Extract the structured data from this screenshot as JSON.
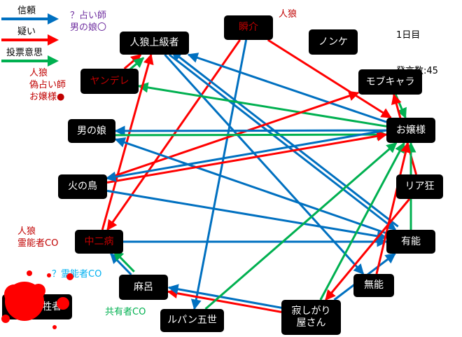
{
  "legend": [
    {
      "label": "信頼",
      "color": "#0070c0"
    },
    {
      "label": "疑い",
      "color": "#ff0000"
    },
    {
      "label": "投票意思",
      "color": "#00b050"
    }
  ],
  "status": {
    "day": "1日目",
    "posts": "発言数:45"
  },
  "nodes": [
    {
      "id": "jinrou_joukyu",
      "label": "人狼上級者",
      "red": false
    },
    {
      "id": "shunsuke",
      "label": "瞬介",
      "red": true
    },
    {
      "id": "nonke",
      "label": "ノンケ",
      "red": false
    },
    {
      "id": "mobchara",
      "label": "モブキャラ",
      "red": false
    },
    {
      "id": "yandere",
      "label": "ヤンデレ",
      "red": true
    },
    {
      "id": "ojousama",
      "label": "お嬢様",
      "red": false
    },
    {
      "id": "otokonoko",
      "label": "男の娘",
      "red": false
    },
    {
      "id": "hinotori",
      "label": "火の鳥",
      "red": false
    },
    {
      "id": "riakyou",
      "label": "リア狂",
      "red": false
    },
    {
      "id": "chuunibyou",
      "label": "中二病",
      "red": true
    },
    {
      "id": "yuunou",
      "label": "有能",
      "red": false
    },
    {
      "id": "maro",
      "label": "麻呂",
      "red": false
    },
    {
      "id": "munou",
      "label": "無能",
      "red": false
    },
    {
      "id": "lupin",
      "label": "ルパン五世",
      "red": false
    },
    {
      "id": "sabishigari",
      "label": "寂しがり\n屋さん",
      "red": false
    },
    {
      "id": "shonichi",
      "label": "初日犠牲者",
      "red": false
    }
  ],
  "notes": [
    {
      "id": "uranai_q",
      "text": "？占い師\n男の娘〇",
      "color": "#7030a0"
    },
    {
      "id": "yandere_role",
      "text": "人狼\n偽占い師\nお嬢様●",
      "color": "#c00000"
    },
    {
      "id": "shunsuke_role",
      "text": "人狼",
      "color": "#c00000"
    },
    {
      "id": "chuuni_role",
      "text": "人狼\n霊能者CO",
      "color": "#c00000"
    },
    {
      "id": "reinou_q",
      "text": "？霊能者CO",
      "color": "#00b0f0"
    },
    {
      "id": "kyouyuu",
      "text": "共有者CO",
      "color": "#00b050"
    }
  ],
  "edges": [
    {
      "from": "shunsuke",
      "to": "chuunibyou",
      "type": "doubt"
    },
    {
      "from": "shunsuke",
      "to": "ojousama",
      "type": "doubt"
    },
    {
      "from": "shunsuke",
      "to": "lupin",
      "type": "trust"
    },
    {
      "from": "jinrou_joukyu",
      "to": "yuunou",
      "type": "trust"
    },
    {
      "from": "jinrou_joukyu",
      "to": "munou",
      "type": "trust"
    },
    {
      "from": "ojousama",
      "to": "jinrou_joukyu",
      "type": "trust"
    },
    {
      "from": "yuunou",
      "to": "jinrou_joukyu",
      "type": "trust"
    },
    {
      "from": "yandere",
      "to": "jinrou_joukyu",
      "type": "doubt"
    },
    {
      "from": "yandere",
      "to": "jinrou_joukyu",
      "type": "vote"
    },
    {
      "from": "ojousama",
      "to": "yandere",
      "type": "vote"
    },
    {
      "from": "chuunibyou",
      "to": "jinrou_joukyu",
      "type": "doubt"
    },
    {
      "from": "hinotori",
      "to": "mobchara",
      "type": "doubt"
    },
    {
      "from": "mobchara",
      "to": "ojousama",
      "type": "vote"
    },
    {
      "from": "riakyou",
      "to": "mobchara",
      "type": "doubt"
    },
    {
      "from": "ojousama",
      "to": "otokonoko",
      "type": "trust"
    },
    {
      "from": "yuunou",
      "to": "otokonoko",
      "type": "trust"
    },
    {
      "from": "otokonoko",
      "to": "ojousama",
      "type": "vote"
    },
    {
      "from": "hinotori",
      "to": "ojousama",
      "type": "doubt"
    },
    {
      "from": "ojousama",
      "to": "hinotori",
      "type": "trust"
    },
    {
      "from": "hinotori",
      "to": "yuunou",
      "type": "trust"
    },
    {
      "from": "yuunou",
      "to": "ojousama",
      "type": "vote"
    },
    {
      "from": "chuunibyou",
      "to": "yuunou",
      "type": "trust"
    },
    {
      "from": "maro",
      "to": "chuunibyou",
      "type": "trust"
    },
    {
      "from": "maro",
      "to": "chuunibyou",
      "type": "vote"
    },
    {
      "from": "sabishigari",
      "to": "maro",
      "type": "doubt"
    },
    {
      "from": "sabishigari",
      "to": "maro",
      "type": "trust"
    },
    {
      "from": "lupin",
      "to": "ojousama",
      "type": "vote"
    },
    {
      "from": "sabishigari",
      "to": "ojousama",
      "type": "vote"
    },
    {
      "from": "sabishigari",
      "to": "yuunou",
      "type": "trust"
    },
    {
      "from": "riakyou",
      "to": "sabishigari",
      "type": "doubt"
    },
    {
      "from": "munou",
      "to": "ojousama",
      "type": "doubt"
    }
  ],
  "colors": {
    "trust": "#0070c0",
    "doubt": "#ff0000",
    "vote": "#00b050"
  }
}
